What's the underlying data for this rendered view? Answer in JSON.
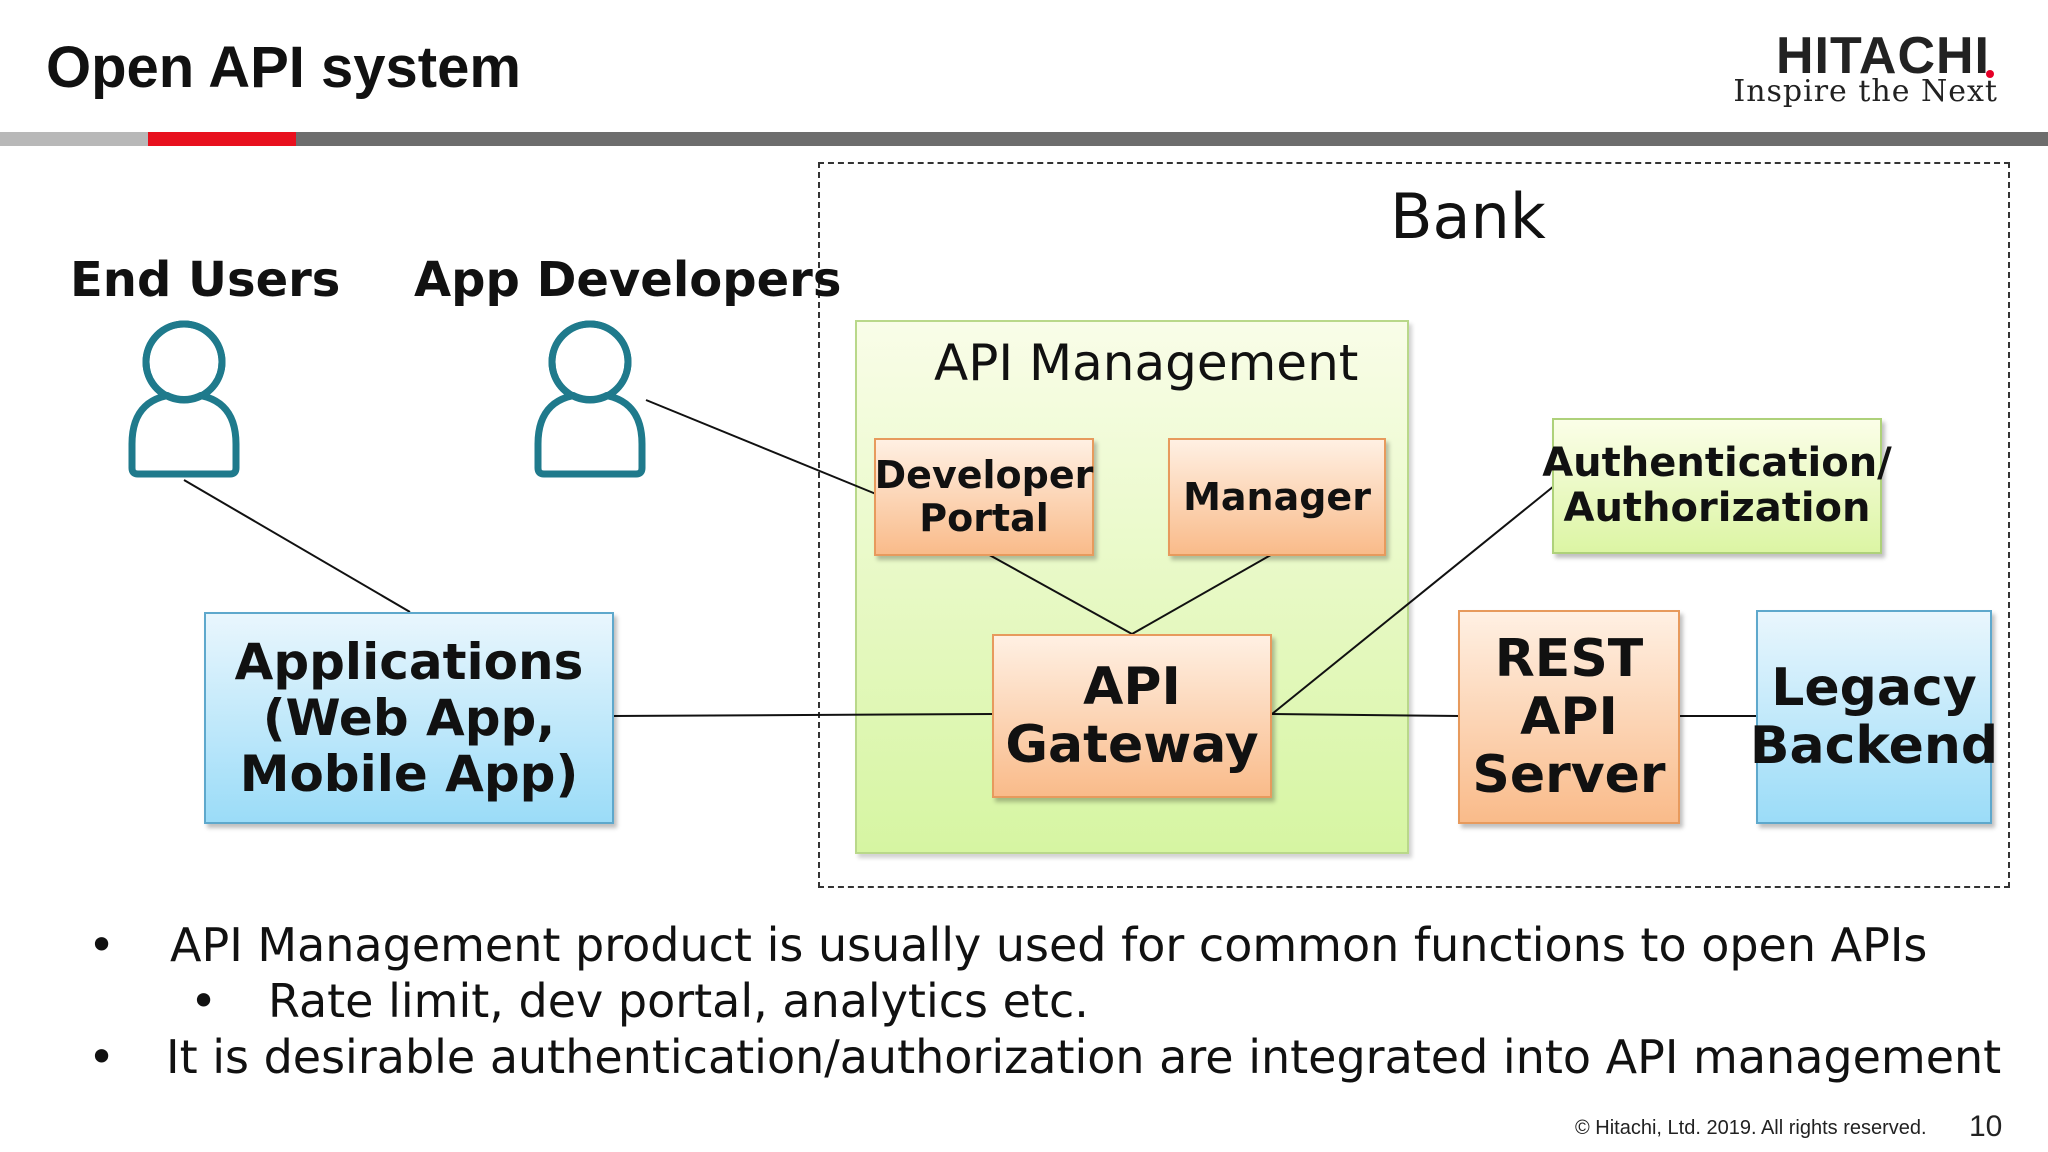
{
  "header": {
    "title": "Open API system",
    "logo_brand": "HITACHI",
    "logo_tagline": "Inspire the Next"
  },
  "diagram": {
    "bank_label": "Bank",
    "actors": {
      "end_users": "End Users",
      "app_developers": "App Developers"
    },
    "nodes": {
      "applications": "Applications\n(Web App,\nMobile App)",
      "api_management": "API Management",
      "developer_portal": "Developer\nPortal",
      "manager": "Manager",
      "api_gateway": "API\nGateway",
      "auth": "Authentication/\nAuthorization",
      "rest_api_server": "REST API\nServer",
      "legacy_backend": "Legacy\nBackend"
    },
    "colors": {
      "blue_node": "#9bdcf8",
      "orange_node": "#f9bb8a",
      "green_node": "#dcf5a4",
      "person_icon": "#1f7a8c",
      "accent_red": "#e8101e"
    }
  },
  "bullets": [
    {
      "level": 1,
      "marker": "•",
      "text": "API Management product is usually used for common functions to open APIs"
    },
    {
      "level": 2,
      "marker": "•",
      "text": "Rate limit, dev portal, analytics etc."
    },
    {
      "level": 1,
      "marker": "•",
      "text": "It is desirable authentication/authorization are integrated into API management"
    }
  ],
  "footer": {
    "copyright": "© Hitachi, Ltd. 2019. All rights reserved.",
    "page_number": "10"
  }
}
